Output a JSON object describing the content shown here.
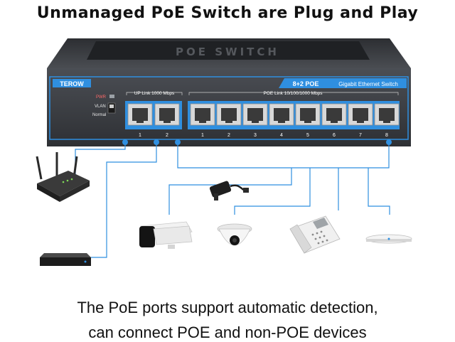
{
  "title": "Unmanaged PoE Switch are Plug and Play",
  "switch": {
    "top_label": "POE SWITCH",
    "brand": "TEROW",
    "model": "8+2 POE",
    "type": "Gigabit Ethernet Switch",
    "pwr_label": "PWR",
    "vlan_label": "VLAN",
    "normal_label": "Normal",
    "uplink_label": "UP Link 1000 Mbps",
    "poe_link_label": "POE Link 10/100/1000 Mbps",
    "uplink_ports": [
      "1",
      "2"
    ],
    "poe_ports": [
      "1",
      "2",
      "3",
      "4",
      "5",
      "6",
      "7",
      "8"
    ]
  },
  "devices": [
    {
      "name": "wifi-router",
      "icon": "router-icon"
    },
    {
      "name": "nvr-recorder",
      "icon": "nvr-icon"
    },
    {
      "name": "poe-splitter",
      "icon": "splitter-icon"
    },
    {
      "name": "bullet-camera",
      "icon": "bullet-camera-icon"
    },
    {
      "name": "dome-camera",
      "icon": "dome-camera-icon"
    },
    {
      "name": "ip-phone",
      "icon": "phone-icon"
    },
    {
      "name": "access-point",
      "icon": "access-point-icon"
    }
  ],
  "caption": {
    "line1": "The PoE ports support automatic detection,",
    "line2": "can connect POE and non-POE devices"
  },
  "colors": {
    "accent": "#2f8fe0",
    "chassis": "#3a3d42",
    "port": "#d8d8d8"
  }
}
